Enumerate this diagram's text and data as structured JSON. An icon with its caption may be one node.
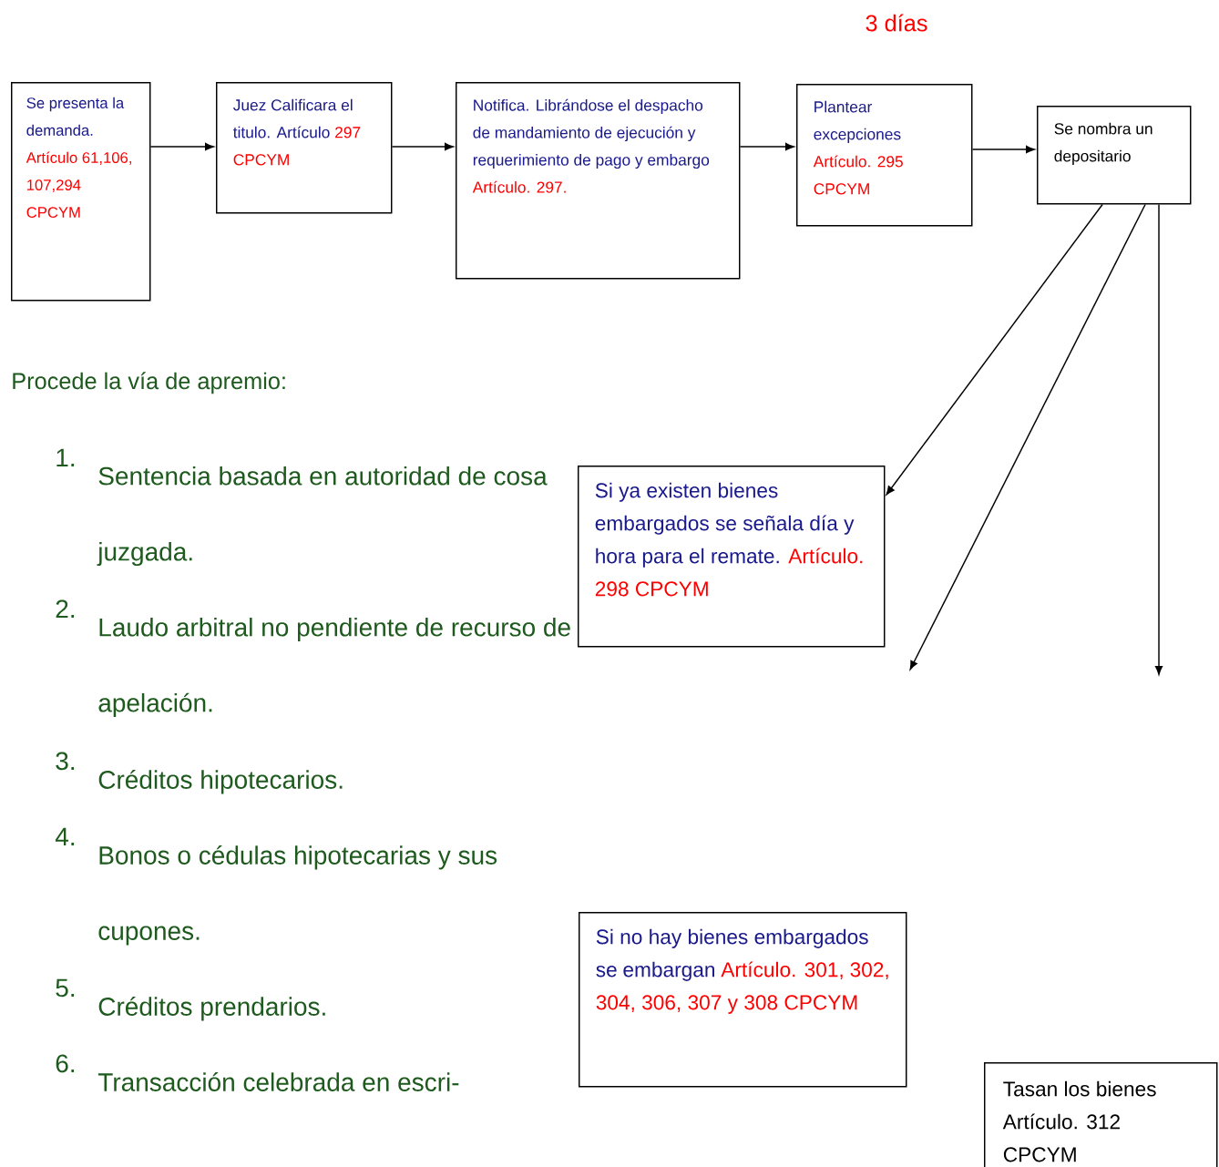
{
  "diagram": {
    "nodes": [
      {
        "text": [
          "Se presenta la demanda.",
          "Artículo 61,106, 107,294 CPCYM"
        ]
      },
      {
        "text": [
          "Juez Calificara el titulo. Artículo",
          "297 CPCYM"
        ]
      },
      {
        "text": [
          "Notifica. Librándose el despacho de mandamiento de ejecución y requerimiento de pago y embargo",
          "Artículo. 297."
        ]
      },
      {
        "text": [
          "Plantear excepciones",
          "Artículo. 295 CPCYM"
        ]
      },
      {
        "text": [
          "Se nombra un depositario"
        ]
      },
      {
        "text": [
          "Si ya existen bienes embargados se señala día y hora para el remate.",
          "Artículo. 298 CPCYM"
        ]
      },
      {
        "text": [
          "Si no hay bienes embargados se embargan",
          "Artículo. 301, 302, 304, 306, 307 y 308 CPCYM"
        ]
      },
      {
        "text": [
          "Tasan los bienes Artículo. 312 CPCYM"
        ]
      }
    ],
    "edges": [
      {
        "from": 0,
        "to": 1,
        "arrow": "to"
      },
      {
        "from": 1,
        "to": 2,
        "arrow": "to"
      },
      {
        "from": 2,
        "to": 3,
        "arrow": "to"
      },
      {
        "from": 3,
        "to": 4,
        "arrow": "to"
      },
      {
        "from": 4,
        "to": 5,
        "arrow": "to"
      },
      {
        "from": 4,
        "to": null,
        "arrow": "to"
      },
      {
        "from": 4,
        "to": null,
        "arrow": "to"
      }
    ],
    "labels": [
      "3 días",
      "Procede la vía de apremio:",
      "1.",
      "Sentencia basada en  autoridad de cosa juzgada.",
      "2.",
      "Laudo arbitral no pendiente de recurso de apelación.",
      "3.",
      "Créditos hipotecarios.",
      "4.",
      "Bonos o cédulas hipotecarias y sus cupones.",
      "5.",
      "Créditos prendarios.",
      "6.",
      "Transacción celebrada en escri-"
    ]
  }
}
